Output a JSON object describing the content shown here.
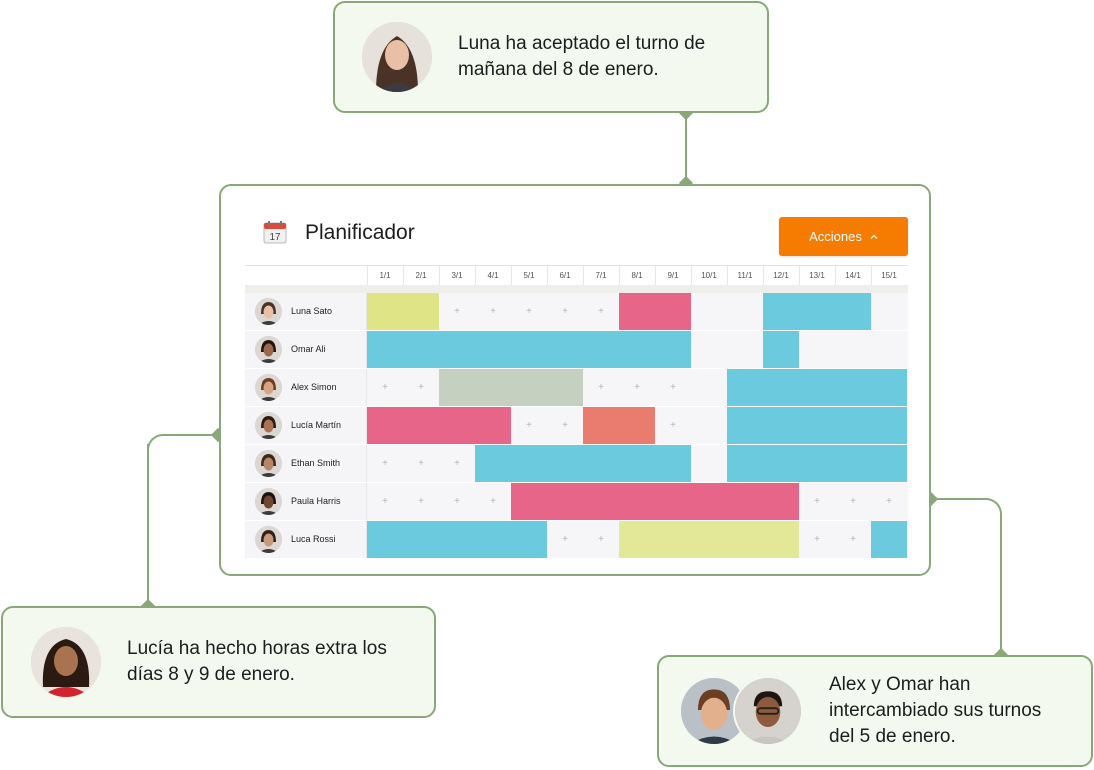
{
  "callouts": {
    "top": {
      "text_line1": "Luna ha aceptado el turno de",
      "text_line2": "mañana del 8 de enero."
    },
    "left": {
      "text_line1": "Lucía ha hecho horas extra los",
      "text_line2": "días 8 y 9 de enero."
    },
    "right": {
      "text_line1": "Alex y Omar han",
      "text_line2": "intercambiado sus turnos",
      "text_line3": "del 5 de enero."
    }
  },
  "planner": {
    "icon_day": "17",
    "title": "Planificador",
    "actions_label": "Acciones",
    "dates": [
      "1/1",
      "2/1",
      "3/1",
      "4/1",
      "5/1",
      "6/1",
      "7/1",
      "8/1",
      "9/1",
      "10/1",
      "11/1",
      "12/1",
      "13/1",
      "14/1",
      "15/1"
    ],
    "plus_symbol": "+",
    "employees": [
      {
        "name": "Luna Sato",
        "shifts": [
          {
            "start": 1,
            "end": 2,
            "color": "#dfe586"
          },
          {
            "start": 8,
            "end": 9,
            "color": "#e8658a"
          },
          {
            "start": 12,
            "end": 14,
            "color": "#6ccadf"
          }
        ],
        "plus": [
          3,
          4,
          5,
          6,
          7
        ]
      },
      {
        "name": "Omar Ali",
        "shifts": [
          {
            "start": 1,
            "end": 9,
            "color": "#6ccadf"
          },
          {
            "start": 12,
            "end": 12,
            "color": "#6ccadf"
          }
        ],
        "plus": []
      },
      {
        "name": "Alex Simon",
        "shifts": [
          {
            "start": 3,
            "end": 6,
            "color": "#c5d0c1"
          },
          {
            "start": 11,
            "end": 15,
            "color": "#6ccadf"
          }
        ],
        "plus": [
          1,
          2,
          7,
          8,
          9
        ]
      },
      {
        "name": "Lucía Martín",
        "shifts": [
          {
            "start": 1,
            "end": 4,
            "color": "#e8658a"
          },
          {
            "start": 7,
            "end": 8,
            "color": "#ea7b6f"
          },
          {
            "start": 11,
            "end": 15,
            "color": "#6ccadf"
          }
        ],
        "plus": [
          5,
          6,
          9
        ]
      },
      {
        "name": "Ethan Smith",
        "shifts": [
          {
            "start": 4,
            "end": 9,
            "color": "#6ccadf"
          },
          {
            "start": 11,
            "end": 15,
            "color": "#6ccadf"
          }
        ],
        "plus": [
          1,
          2,
          3
        ]
      },
      {
        "name": "Paula Harris",
        "shifts": [
          {
            "start": 5,
            "end": 12,
            "color": "#e8658a"
          }
        ],
        "plus": [
          1,
          2,
          3,
          4,
          13,
          14,
          15
        ]
      },
      {
        "name": "Luca Rossi",
        "shifts": [
          {
            "start": 1,
            "end": 5,
            "color": "#6ccadf"
          },
          {
            "start": 8,
            "end": 12,
            "color": "#e3e898"
          },
          {
            "start": 15,
            "end": 15,
            "color": "#6ccadf"
          }
        ],
        "plus": [
          6,
          7,
          13,
          14
        ]
      }
    ]
  },
  "colors": {
    "accent": "#f57c00",
    "callout_bg": "#f3f9ee",
    "connector": "#8aa77a"
  }
}
